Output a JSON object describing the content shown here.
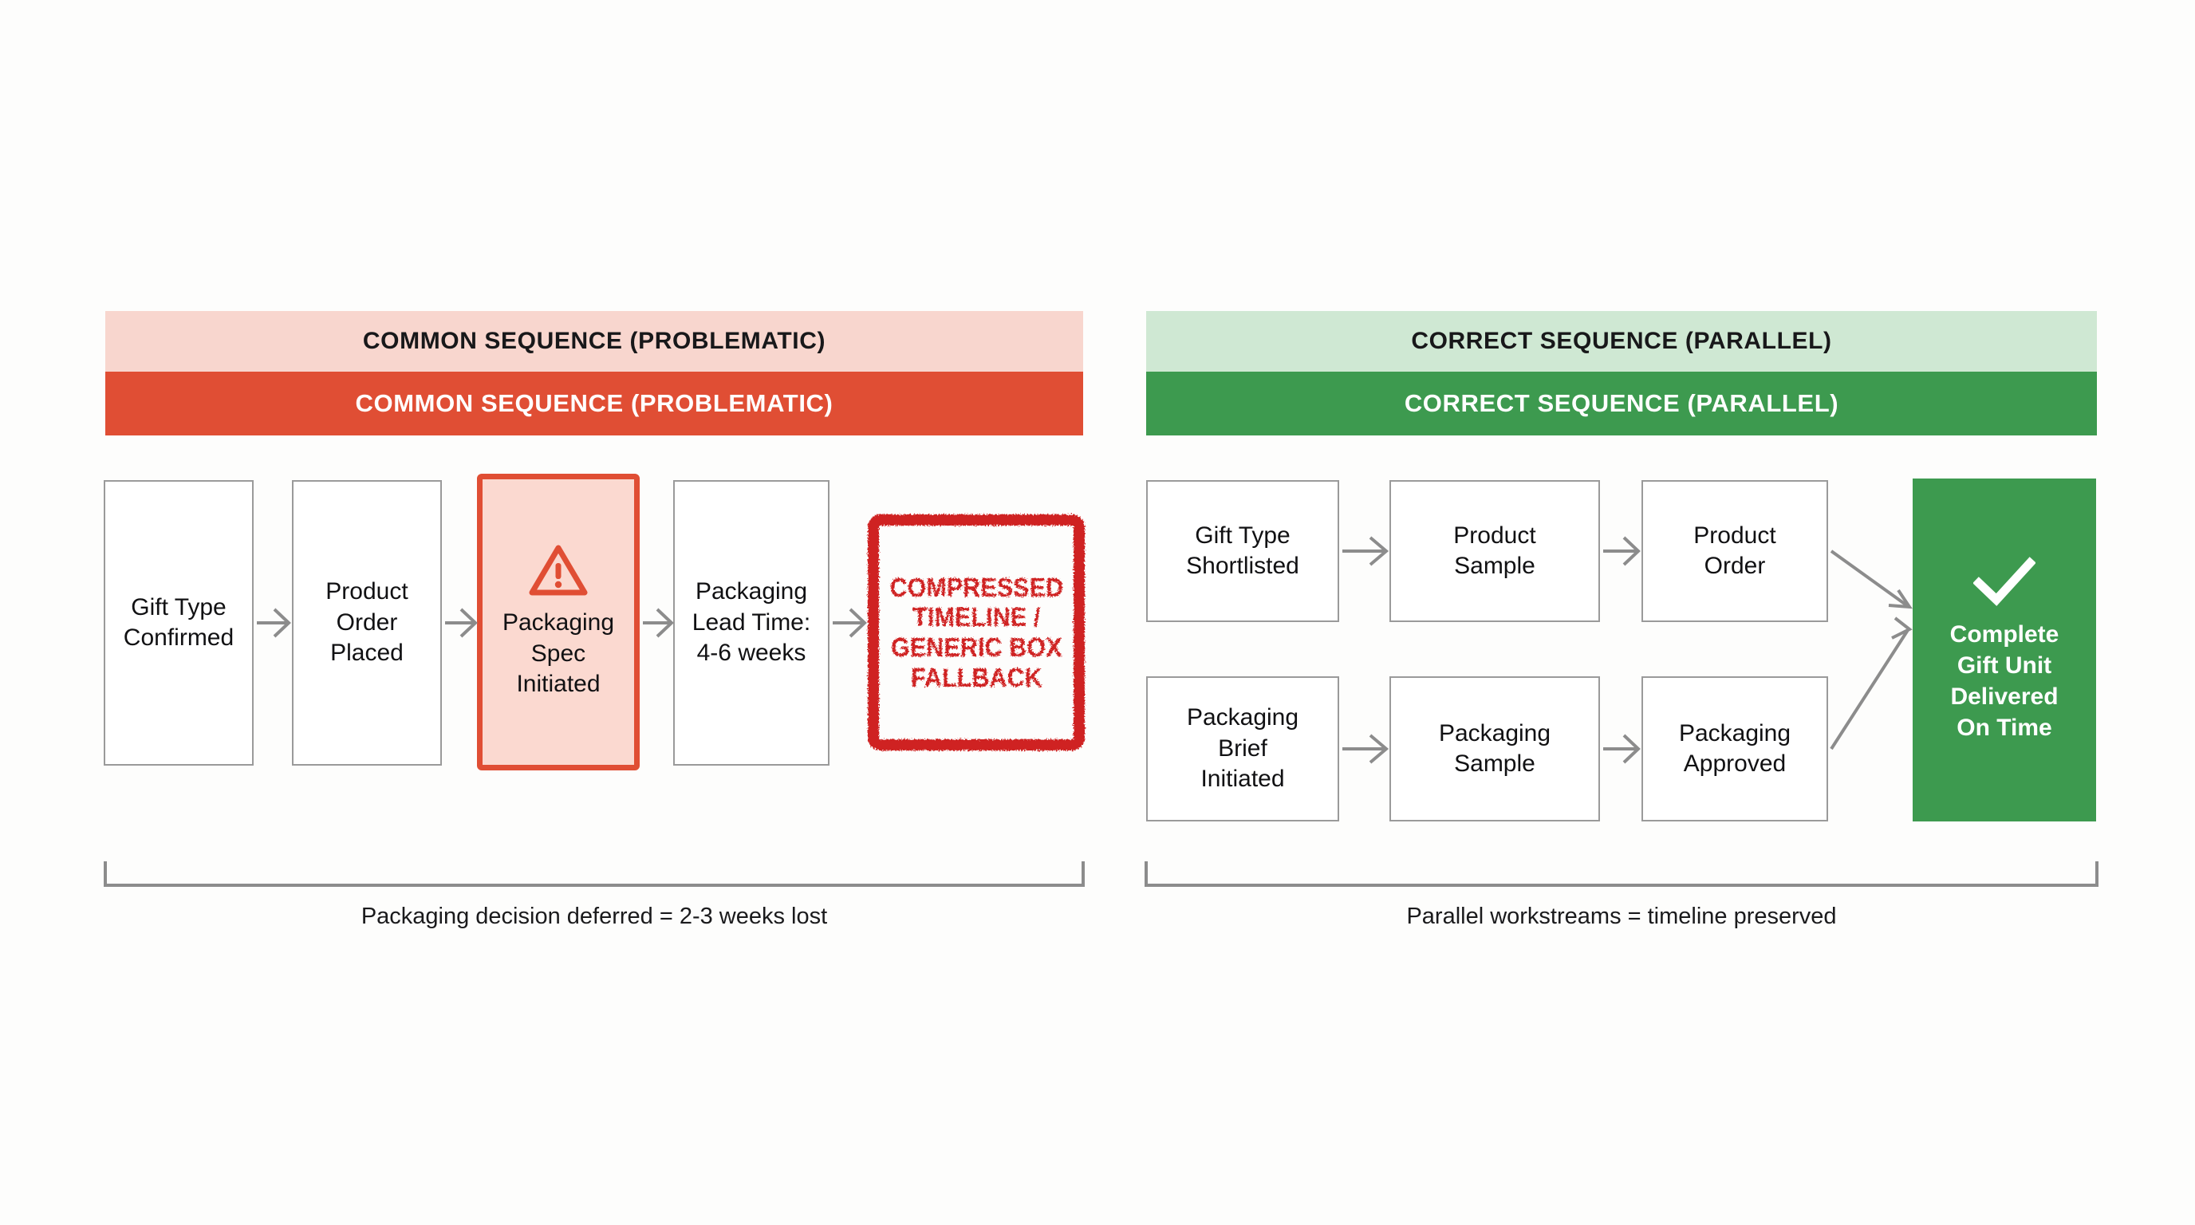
{
  "left_panel": {
    "header_light": "COMMON SEQUENCE (PROBLEMATIC)",
    "header_solid": "COMMON SEQUENCE (PROBLEMATIC)",
    "nodes": [
      {
        "label": "Gift Type\nConfirmed",
        "line1": "Gift Type",
        "line2": "Confirmed",
        "line3": ""
      },
      {
        "label": "Product Order Placed",
        "line1": "Product",
        "line2": "Order",
        "line3": "Placed"
      },
      {
        "label": "Packaging Spec Initiated",
        "line1": "Packaging",
        "line2": "Spec",
        "line3": "Initiated"
      },
      {
        "label": "Packaging Lead Time: 4-6 weeks",
        "line1": "Packaging",
        "line2": "Lead Time:",
        "line3": "4-6 weeks"
      }
    ],
    "warning_icon": "warning-triangle-icon",
    "stamp": {
      "line1": "COMPRESSED",
      "line2": "TIMELINE /",
      "line3": "GENERIC BOX",
      "line4": "FALLBACK"
    },
    "caption": "Packaging decision deferred = 2-3 weeks lost"
  },
  "right_panel": {
    "header_light": "CORRECT SEQUENCE (PARALLEL)",
    "header_solid": "CORRECT SEQUENCE (PARALLEL)",
    "row_top": [
      {
        "line1": "Gift Type",
        "line2": "Shortlisted"
      },
      {
        "line1": "Product",
        "line2": "Sample"
      },
      {
        "line1": "Product",
        "line2": "Order"
      }
    ],
    "row_bottom": [
      {
        "line1": "Packaging",
        "line2": "Brief",
        "line3": "Initiated"
      },
      {
        "line1": "Packaging",
        "line2": "Sample",
        "line3": ""
      },
      {
        "line1": "Packaging",
        "line2": "Approved",
        "line3": ""
      }
    ],
    "terminal": {
      "icon": "check-mark-icon",
      "line1": "Complete",
      "line2": "Gift Unit",
      "line3": "Delivered",
      "line4": "On Time"
    },
    "caption": "Parallel workstreams = timeline preserved"
  },
  "colors": {
    "red_solid": "#e04e34",
    "red_light": "#f8d6ce",
    "red_stamp": "#cf2222",
    "green_solid": "#3d9a4f",
    "green_light": "#cfe8d3",
    "border_gray": "#9a9a9a",
    "arrow_gray": "#8c8c8c",
    "background": "#fdfdfc"
  }
}
